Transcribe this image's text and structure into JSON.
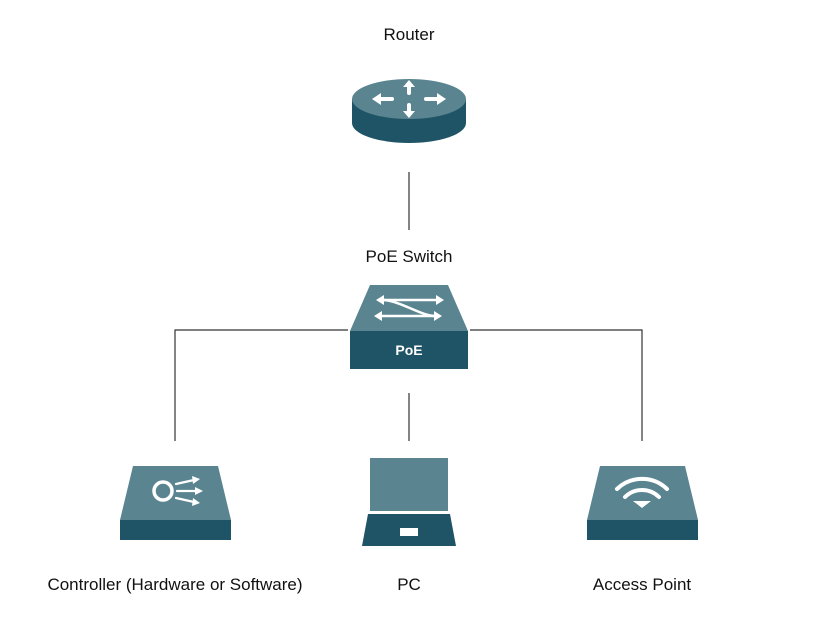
{
  "nodes": {
    "router": {
      "label": "Router",
      "icon": "router-icon"
    },
    "switch": {
      "label": "PoE Switch",
      "badge": "PoE",
      "icon": "poe-switch-icon"
    },
    "controller": {
      "label": "Controller (Hardware or Software)",
      "icon": "controller-icon"
    },
    "pc": {
      "label": "PC",
      "icon": "laptop-icon"
    },
    "ap": {
      "label": "Access Point",
      "icon": "wifi-access-point-icon"
    }
  },
  "colors": {
    "device_top": "#5a8590",
    "device_side": "#1f5466",
    "line": "#333333",
    "glyph": "#ffffff"
  }
}
